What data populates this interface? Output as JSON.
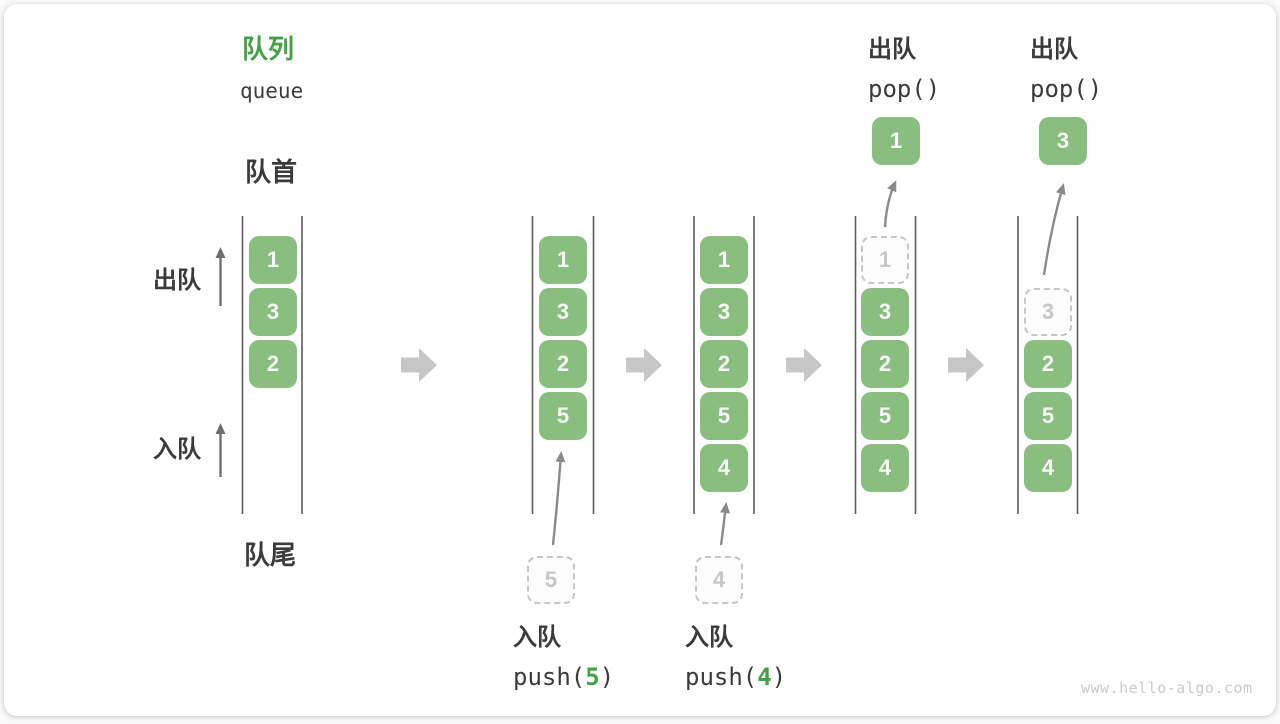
{
  "title": {
    "zh": "队列",
    "en": "queue"
  },
  "side_labels": {
    "front": "队首",
    "rear": "队尾",
    "dequeue": "出队",
    "enqueue": "入队"
  },
  "watermark": "www.hello-algo.com",
  "colors": {
    "box-green": "#8ABE80",
    "title-green": "#43A047",
    "accent-green": "#43A047",
    "text-dark": "#3B3B3B",
    "wall-gray": "#5B5B5B",
    "side-arrow-gray": "#6F6F6F",
    "op-arrow-gray": "#8A8A8A",
    "flow-arrow-gray": "#C6C6C6",
    "ghost-gray": "#C6C6C6",
    "ghost-fill": "#FCFCFC",
    "watermark-gray": "#CBCBCB"
  },
  "states": [
    {
      "slots": [
        "1",
        "3",
        "2"
      ]
    },
    {
      "slots": [
        "1",
        "3",
        "2",
        "5"
      ],
      "incoming": "5",
      "op": {
        "label": "入队",
        "fn": "push(",
        "arg": "5",
        "close": ")"
      }
    },
    {
      "slots": [
        "1",
        "3",
        "2",
        "5",
        "4"
      ],
      "incoming": "4",
      "op": {
        "label": "入队",
        "fn": "push(",
        "arg": "4",
        "close": ")"
      }
    },
    {
      "ghost": "1",
      "slots": [
        "3",
        "2",
        "5",
        "4"
      ],
      "popped": "1",
      "op": {
        "label": "出队",
        "code": "pop()"
      }
    },
    {
      "ghost": "3",
      "slots": [
        "2",
        "5",
        "4"
      ],
      "popped": "3",
      "op": {
        "label": "出队",
        "code": "pop()"
      }
    }
  ]
}
